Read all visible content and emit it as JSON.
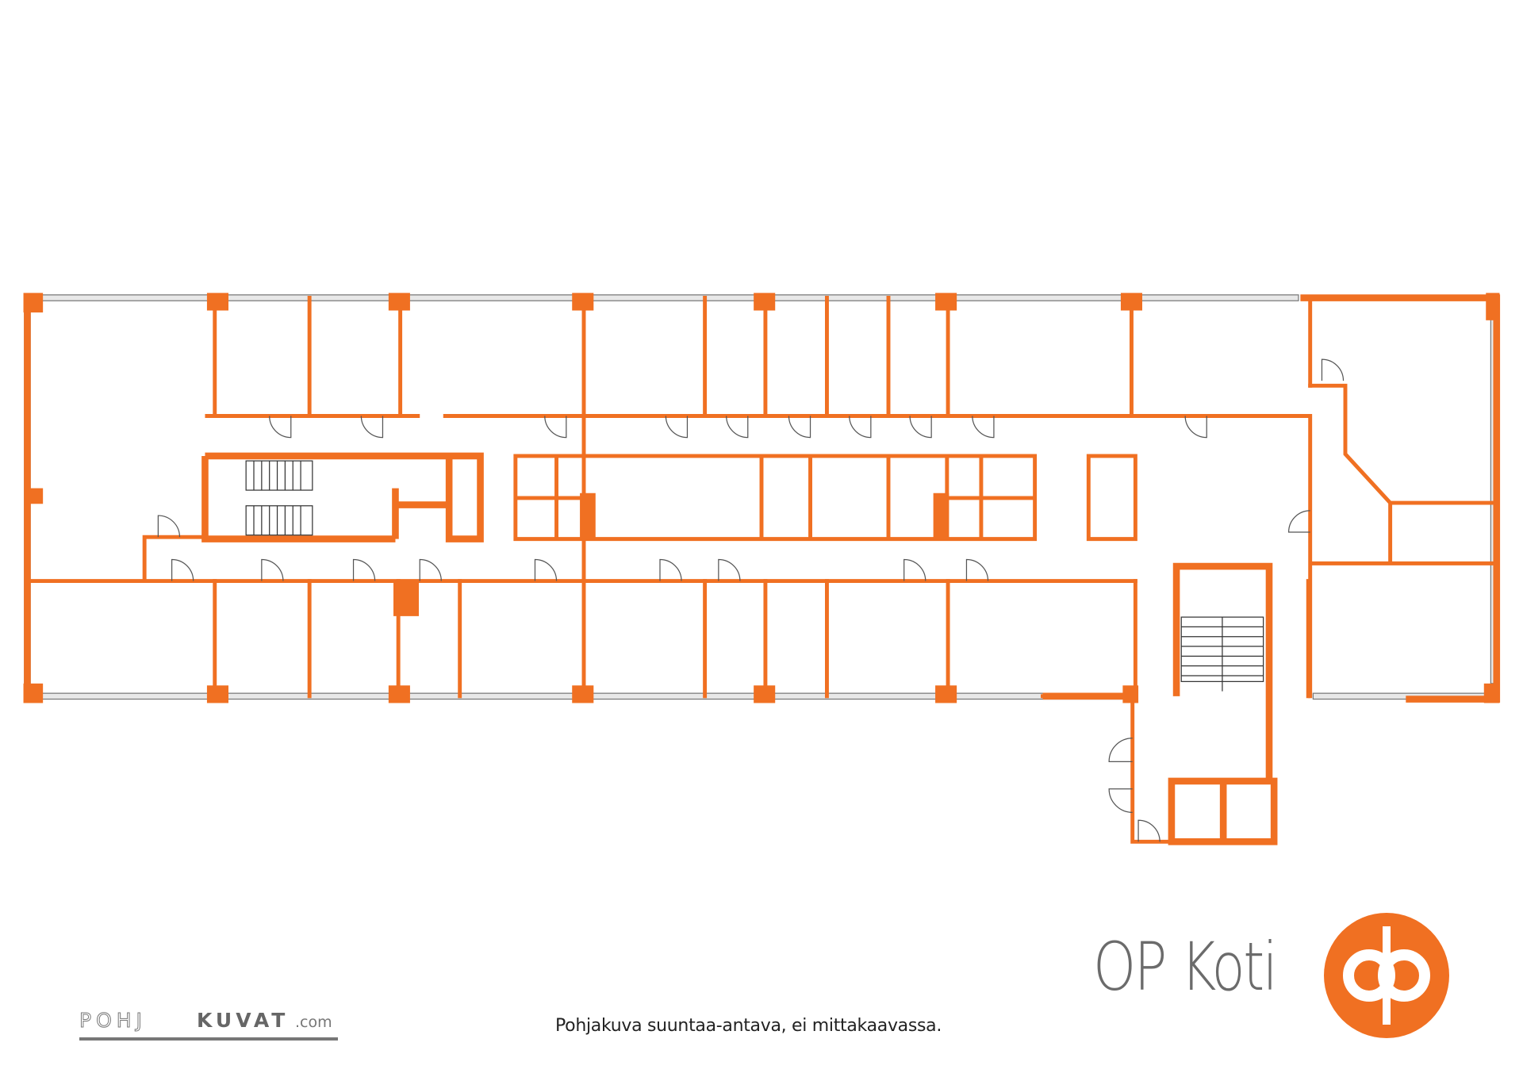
{
  "brand": {
    "name": "OP Koti",
    "accent_color": "#f07022",
    "logo_icon": "op-logo-icon"
  },
  "caption": "Pohjakuva suuntaa-antava, ei mittakaavassa.",
  "watermark": {
    "part1": "POHJ",
    "part2": "KUVAT",
    "part3": ".com"
  },
  "wall_color": "#f07022"
}
